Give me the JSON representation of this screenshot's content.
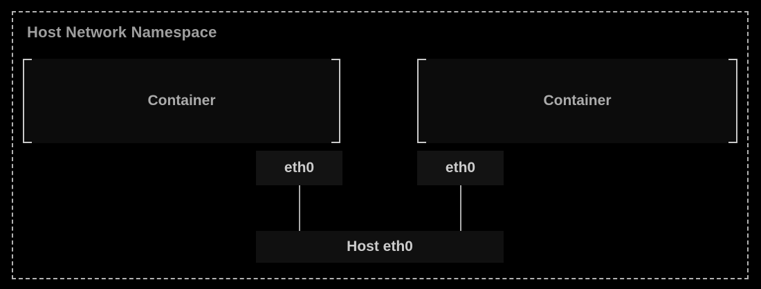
{
  "diagram": {
    "title": "Host Network Namespace",
    "containers": [
      {
        "label": "Container"
      },
      {
        "label": "Container"
      }
    ],
    "nodes": {
      "eth0_left": "eth0",
      "eth0_right": "eth0",
      "host_eth0": "Host eth0"
    },
    "colors": {
      "background": "#000000",
      "dashed_border": "#b3b3b3",
      "bracket": "#c9c9c9",
      "container_fill": "#0c0c0c",
      "node_fill": "#131313",
      "host_node_fill": "#101010",
      "title_text": "#9e9e9e",
      "container_text": "#ababab",
      "node_text": "#cccccc",
      "edge": "#ababab"
    }
  }
}
